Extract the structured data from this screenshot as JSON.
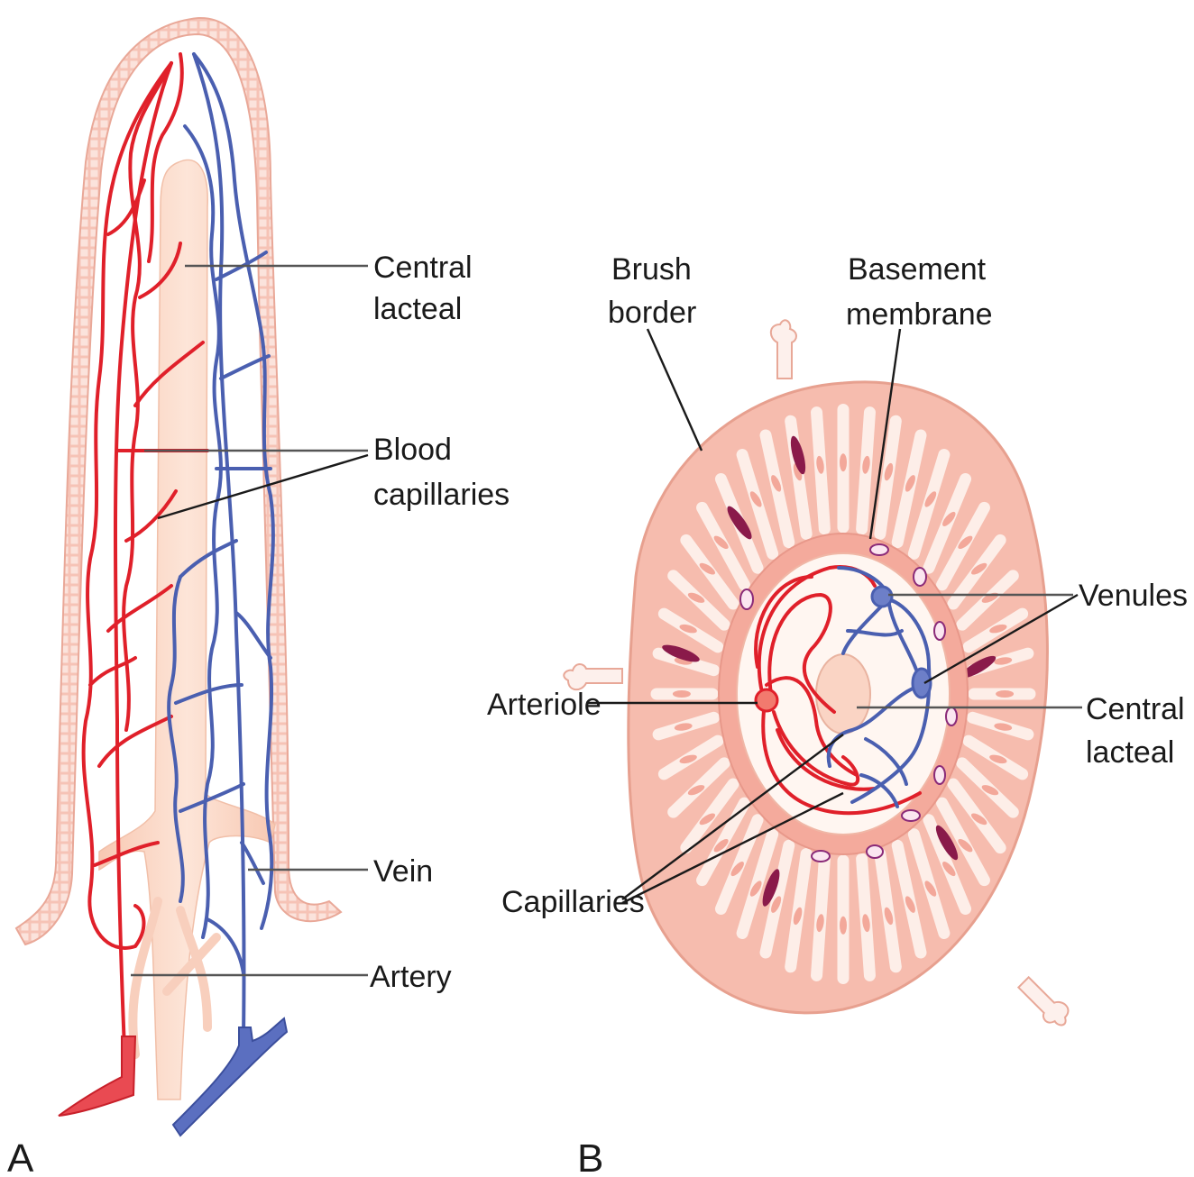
{
  "panels": {
    "a": {
      "letter": "A",
      "labels": {
        "central_lacteal_1": "Central",
        "central_lacteal_2": "lacteal",
        "blood_capillaries_1": "Blood",
        "blood_capillaries_2": "capillaries",
        "vein": "Vein",
        "artery": "Artery"
      }
    },
    "b": {
      "letter": "B",
      "labels": {
        "brush_border_1": "Brush",
        "brush_border_2": "border",
        "basement_membrane_1": "Basement",
        "basement_membrane_2": "membrane",
        "venules": "Venules",
        "arteriole": "Arteriole",
        "central_lacteal_1": "Central",
        "central_lacteal_2": "lacteal",
        "capillaries": "Capillaries"
      }
    }
  },
  "colors": {
    "artery_red": "#e0202a",
    "vein_blue": "#4a5fb0",
    "epithelium_pink": "#f4b2a4",
    "lacteal_peach": "#fbd6c4",
    "nucleus_maroon": "#8a1a4a"
  }
}
